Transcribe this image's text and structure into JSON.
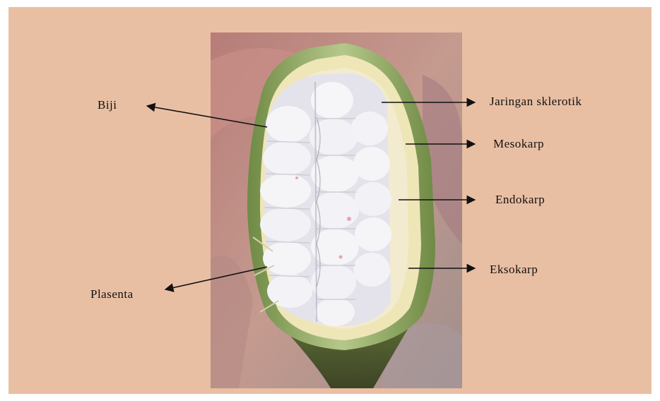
{
  "figure": {
    "labels": {
      "biji": "Biji",
      "plasenta": "Plasenta",
      "jaringan_sklerotik": "Jaringan sklerotik",
      "mesokarp": "Mesokarp",
      "endokarp": "Endokarp",
      "eksokarp": "Eksokarp"
    }
  },
  "colors": {
    "background": "#e9bfa3",
    "arrow": "#111111",
    "husk_green": "#8aa860",
    "mesocarp_cream": "#efe6b8",
    "bean_white": "#f3f3f6"
  }
}
